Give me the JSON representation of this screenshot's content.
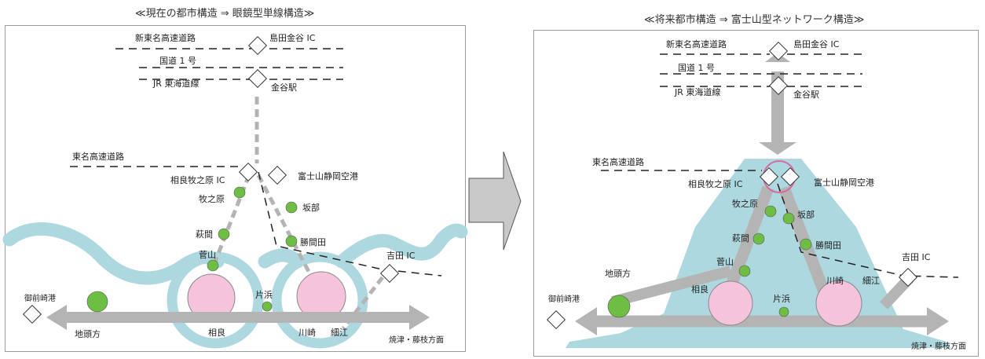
{
  "left": {
    "title": "≪現在の都市構造 ⇒ 眼鏡型単線構造≫",
    "labels": {
      "shin_tomei": "新東名高速道路",
      "shimada_kanaya_ic": "島田金谷 IC",
      "route1": "国道 1 号",
      "jr": "JR 東海道線",
      "kanaya_sta": "金谷駅",
      "tomei": "東名高速道路",
      "sagara_makinohara_ic": "相良牧之原 IC",
      "fuji_airport": "富士山静岡空港",
      "makinohara": "牧之原",
      "sakabe": "坂部",
      "hagima": "萩間",
      "katsumata": "勝間田",
      "sugeyama": "菅山",
      "yoshida_ic": "吉田 IC",
      "omaezaki_port": "御前崎港",
      "katahama": "片浜",
      "jitogata": "地頭方",
      "sagara": "相良",
      "kawasaki": "川崎",
      "hosoe": "細江",
      "yaizu": "焼津・藤枝方面"
    }
  },
  "right": {
    "title": "≪将来都市構造 ⇒ 富士山型ネットワーク構造≫",
    "labels": {
      "shin_tomei": "新東名高速道路",
      "shimada_kanaya_ic": "島田金谷 IC",
      "route1": "国道 1 号",
      "jr": "JR 東海道線",
      "kanaya_sta": "金谷駅",
      "tomei": "東名高速道路",
      "sagara_makinohara_ic": "相良牧之原 IC",
      "fuji_airport": "富士山静岡空港",
      "makinohara": "牧之原",
      "sakabe": "坂部",
      "hagima": "萩間",
      "katsumata": "勝間田",
      "sugeyama": "菅山",
      "yoshida_ic": "吉田 IC",
      "jitogata": "地頭方",
      "omaezaki_port": "御前崎港",
      "sagara": "相良",
      "kawasaki": "川崎",
      "hosoe": "細江",
      "katahama": "片浜",
      "yaizu": "焼津・藤枝方面"
    }
  },
  "colors": {
    "water": "#add8e0",
    "road": "#b4b4b4",
    "center": "#f6c3dc",
    "node": "#6fbe44",
    "arrow": "#c8c8c8"
  }
}
